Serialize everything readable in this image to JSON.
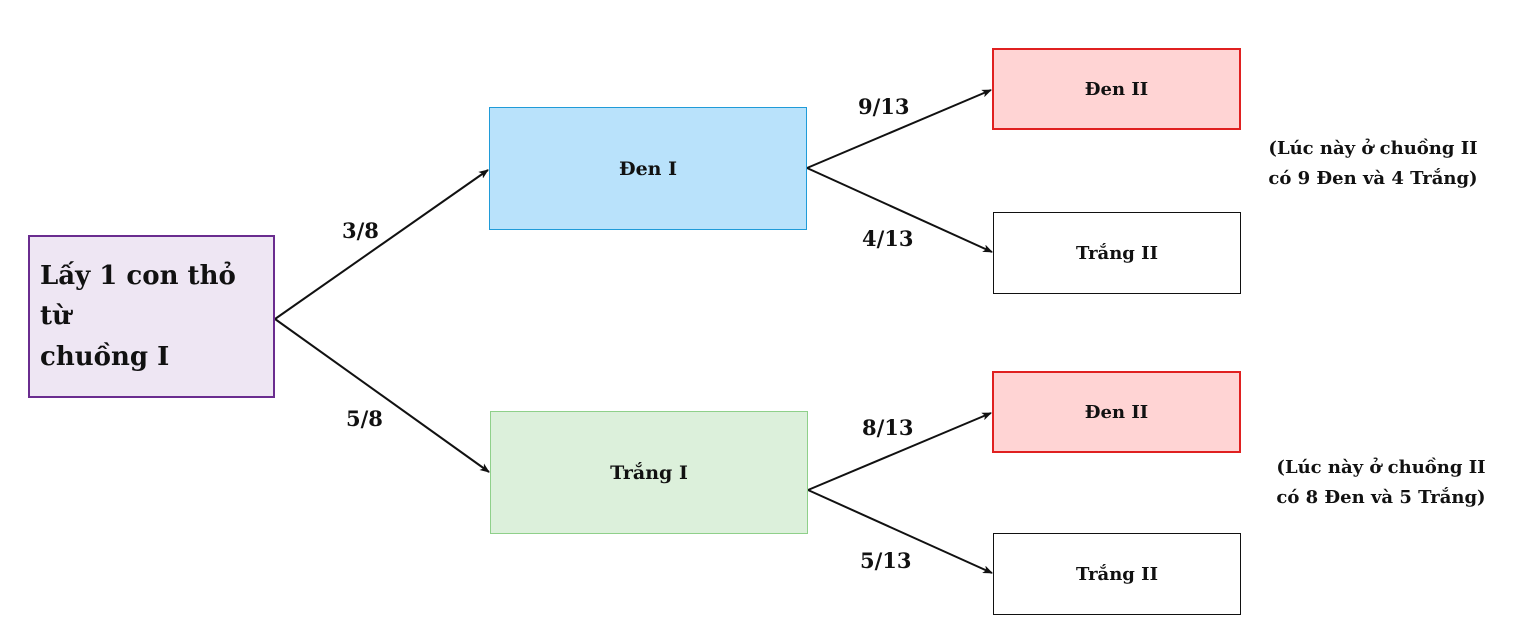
{
  "nodes": {
    "root": {
      "line1": "Lấy 1 con thỏ từ",
      "line2": "chuồng I"
    },
    "den_i": "Đen I",
    "trang_i": "Trắng I",
    "den_i_den_ii": "Đen II",
    "den_i_trang_ii": "Trắng II",
    "trang_i_den_ii": "Đen II",
    "trang_i_trang_ii": "Trắng II"
  },
  "probabilities": {
    "root_to_den_i": "3/8",
    "root_to_trang_i": "5/8",
    "den_i_to_den_ii": "9/13",
    "den_i_to_trang_ii": "4/13",
    "trang_i_to_den_ii": "8/13",
    "trang_i_to_trang_ii": "5/13"
  },
  "notes": {
    "after_den_i": {
      "line1": "(Lúc này ở chuồng II",
      "line2": "có 9 Đen và 4 Trắng)"
    },
    "after_trang_i": {
      "line1": "(Lúc này ở chuồng II",
      "line2": "có 8 Đen và 5 Trắng)"
    }
  },
  "colors": {
    "root_fill": "#eee6f3",
    "root_border": "#6a2c8f",
    "den_i_fill": "#b9e2fb",
    "den_i_border": "#1f9bd8",
    "trang_i_fill": "#dcf0db",
    "trang_i_border": "#8fd08a",
    "den_ii_fill": "#ffd4d4",
    "den_ii_border": "#e02020",
    "trang_ii_border": "#111111"
  }
}
